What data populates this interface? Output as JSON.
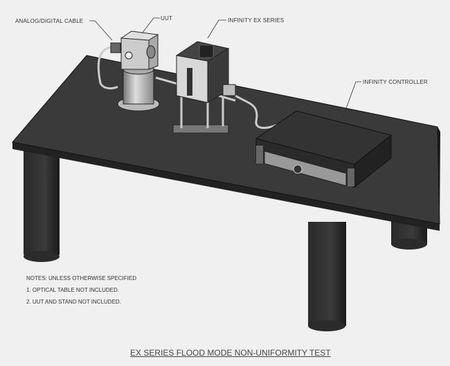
{
  "callouts": {
    "cable": "ANALOG/DIGITAL CABLE",
    "uut": "UUT",
    "ex_series": "INFINITY EX SERIES",
    "controller": "INFINITY CONTROLLER"
  },
  "notes": {
    "heading": "NOTES: UNLESS OTHERWISE SPECIFIED",
    "items": [
      "1.  OPTICAL TABLE NOT INCLUDED.",
      "2.  UUT AND STAND NOT INCLUDED."
    ]
  },
  "title": "EX SERIES FLOOD MODE NON-UNIFORMITY TEST"
}
